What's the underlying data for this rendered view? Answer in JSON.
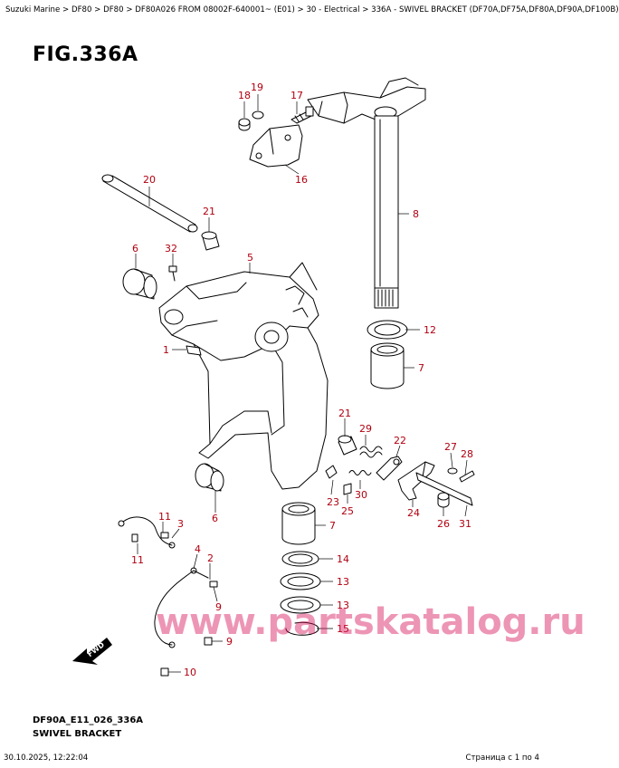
{
  "breadcrumb": "Suzuki Marine > DF80 > DF80 > DF80A026 FROM 08002F-640001~ (E01) > 30 - Electrical > 336A - SWIVEL BRACKET (DF70A,DF75A,DF80A,DF90A,DF100B)",
  "figure": {
    "title": "FIG.336A",
    "code": "DF90A_E11_026_336A",
    "name": "SWIVEL BRACKET",
    "fwd_label": "FWD"
  },
  "callouts": {
    "c18": "18",
    "c19": "19",
    "c17": "17",
    "c16": "16",
    "c20": "20",
    "c21a": "21",
    "c6a": "6",
    "c32": "32",
    "c5": "5",
    "c8": "8",
    "c12": "12",
    "c1": "1",
    "c7a": "7",
    "c21b": "21",
    "c29": "29",
    "c22": "22",
    "c27": "27",
    "c28": "28",
    "c23": "23",
    "c30": "30",
    "c25": "25",
    "c24": "24",
    "c26": "26",
    "c31": "31",
    "c6b": "6",
    "c7b": "7",
    "c11a": "11",
    "c3": "3",
    "c11b": "11",
    "c4": "4",
    "c2": "2",
    "c14": "14",
    "c13a": "13",
    "c9a": "9",
    "c13b": "13",
    "c15": "15",
    "c9b": "9",
    "c10": "10"
  },
  "watermark": "www.partskatalog.ru",
  "print": {
    "datetime": "30.10.2025, 12:22:04",
    "page": "Страница с 1 по 4"
  },
  "colors": {
    "callout": "#b00010",
    "watermark": "#d8135a",
    "line": "#000000"
  }
}
